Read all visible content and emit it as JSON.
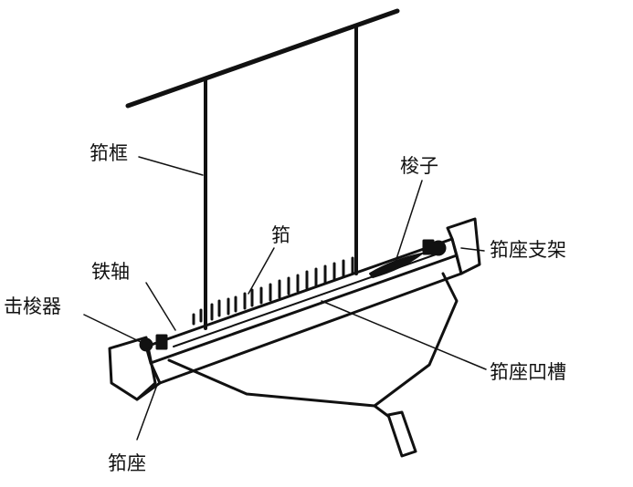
{
  "labels": {
    "reed_frame": "筘框",
    "shuttle": "梭子",
    "reed": "筘",
    "sley_bracket": "筘座支架",
    "iron_axle": "铁轴",
    "picker": "击梭器",
    "sley_groove": "筘座凹槽",
    "sley": "筘座"
  }
}
